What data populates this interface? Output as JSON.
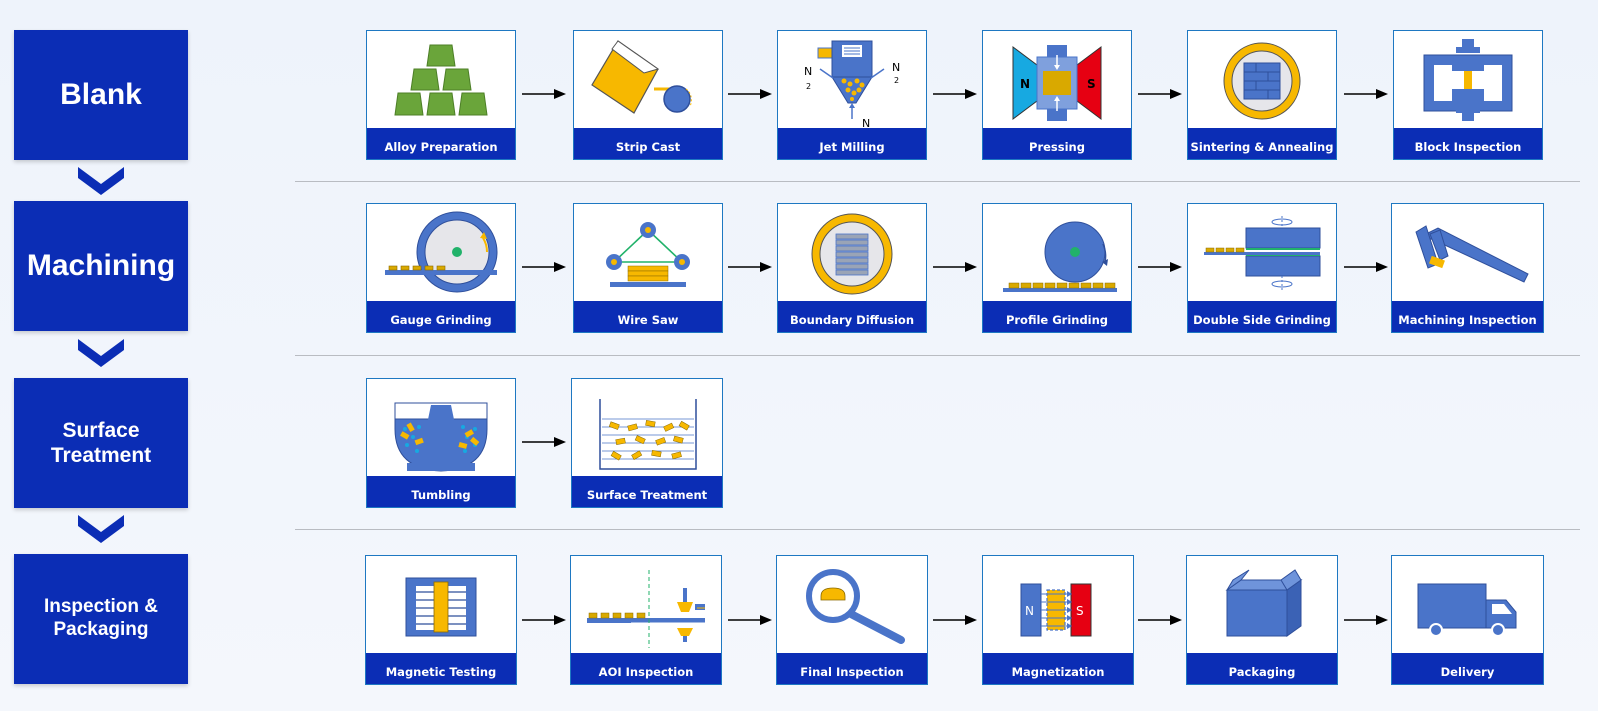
{
  "stages": [
    {
      "label": "Blank"
    },
    {
      "label": "Machining"
    },
    {
      "label": "Surface\nTreatment"
    },
    {
      "label": "Inspection &\nPackaging"
    }
  ],
  "steps": {
    "blank": [
      "Alloy Preparation",
      "Strip Cast",
      "Jet Milling",
      "Pressing",
      "Sintering & Annealing",
      "Block Inspection"
    ],
    "machining": [
      "Gauge Grinding",
      "Wire Saw",
      "Boundary Diffusion",
      "Profile Grinding",
      "Double Side Grinding",
      "Machining Inspection"
    ],
    "surface": [
      "Tumbling",
      "Surface Treatment"
    ],
    "inspection": [
      "Magnetic Testing",
      "AOI Inspection",
      "Final Inspection",
      "Magnetization",
      "Packaging",
      "Delivery"
    ]
  },
  "illustration_text": {
    "nitrogen": "N",
    "nitrogen_sub": "2",
    "north": "N",
    "south": "S"
  },
  "colors": {
    "stage_fill": "#0b2db5",
    "card_border": "#1e78c2",
    "icon_blue": "#4a74c9",
    "icon_yellow": "#f7b800",
    "icon_green": "#6aa53a",
    "magnet_red": "#e60012",
    "magnet_cyan": "#17a9e1"
  }
}
